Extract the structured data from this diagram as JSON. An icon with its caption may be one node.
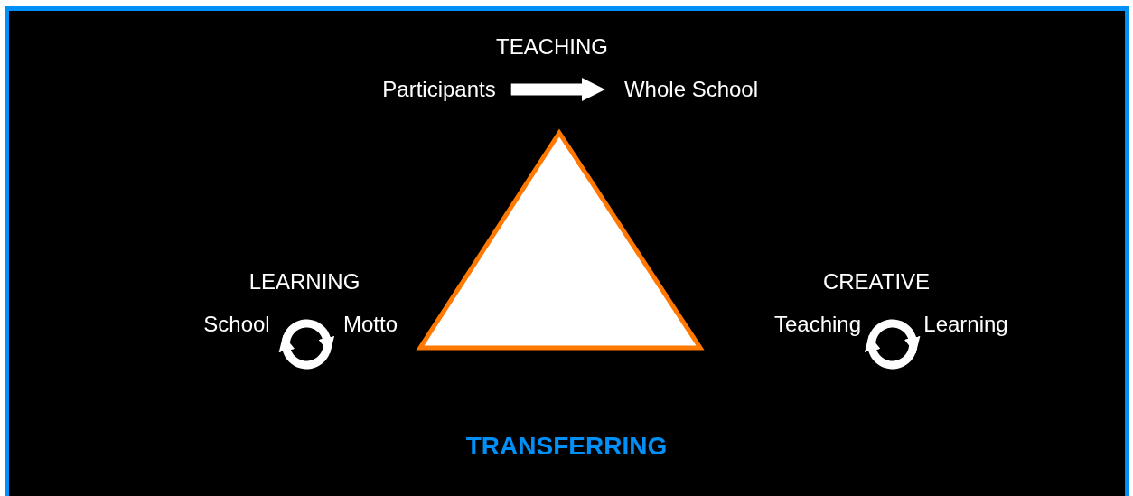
{
  "diagram": {
    "nodes": [
      {
        "text": [
          "Participants"
        ]
      },
      {
        "text": [
          "Whole School"
        ]
      },
      {
        "text": [
          "School"
        ]
      },
      {
        "text": [
          "Motto"
        ]
      },
      {
        "text": [
          "Teaching"
        ]
      },
      {
        "text": [
          "Learning"
        ]
      },
      {
        "text": [],
        "shape": "triangle"
      }
    ],
    "edges": [
      {
        "from": 0,
        "to": 1,
        "arrow": "to"
      },
      {
        "from": 2,
        "to": 3,
        "arrow": "to"
      },
      {
        "from": 3,
        "to": 2,
        "arrow": "to"
      },
      {
        "from": 4,
        "to": 5,
        "arrow": "to"
      },
      {
        "from": 5,
        "to": 4,
        "arrow": "to"
      }
    ],
    "labels": [
      "TEACHING",
      "LEARNING",
      "CREATIVE",
      "TRANSFERRING"
    ]
  }
}
